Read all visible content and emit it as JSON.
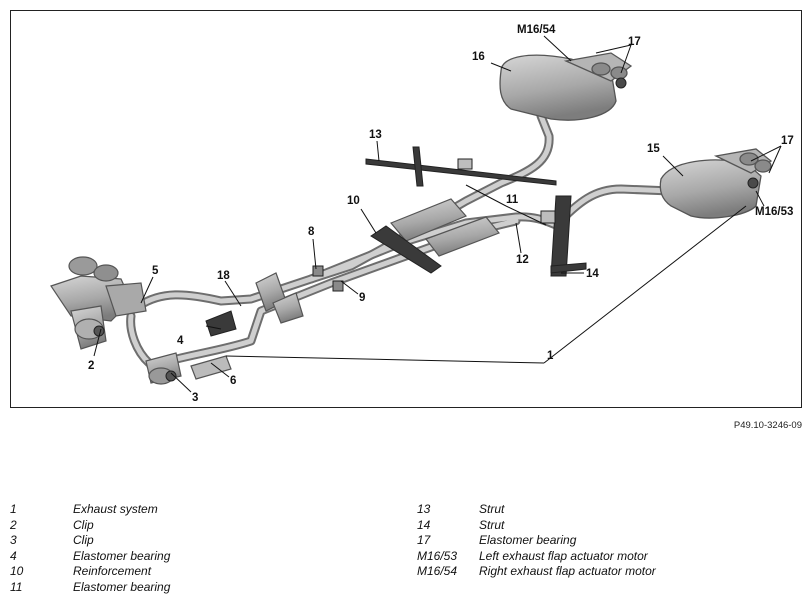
{
  "figure_ref": "P49.10-3246-09",
  "callouts": {
    "c1": "1",
    "c2": "2",
    "c3": "3",
    "c4": "4",
    "c5": "5",
    "c6": "6",
    "c8": "8",
    "c9": "9",
    "c10": "10",
    "c11": "11",
    "c12": "12",
    "c13": "13",
    "c14": "14",
    "c15": "15",
    "c16": "16",
    "c17a": "17",
    "c17b": "17",
    "c18": "18",
    "m1653": "M16/53",
    "m1654": "M16/54"
  },
  "legend_left": [
    {
      "code": "1",
      "label": "Exhaust system"
    },
    {
      "code": "2",
      "label": "Clip"
    },
    {
      "code": "3",
      "label": "Clip"
    },
    {
      "code": "4",
      "label": "Elastomer bearing"
    },
    {
      "code": "10",
      "label": "Reinforcement"
    },
    {
      "code": "11",
      "label": "Elastomer bearing"
    }
  ],
  "legend_right": [
    {
      "code": "13",
      "label": "Strut"
    },
    {
      "code": "14",
      "label": "Strut"
    },
    {
      "code": "17",
      "label": "Elastomer bearing"
    },
    {
      "code": "M16/53",
      "label": "Left exhaust flap actuator motor"
    },
    {
      "code": "M16/54",
      "label": "Right exhaust flap actuator motor"
    }
  ]
}
